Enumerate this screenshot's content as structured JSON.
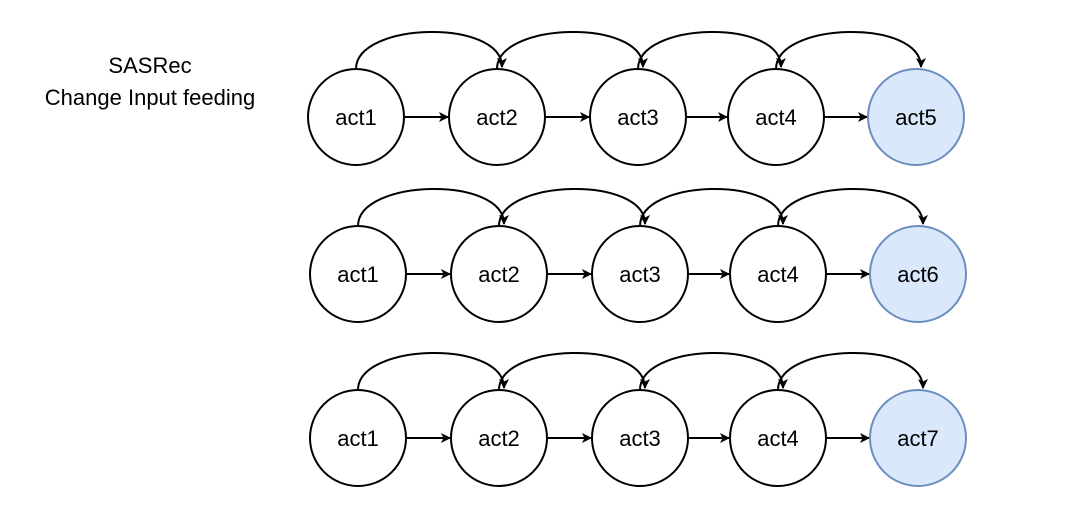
{
  "title": {
    "line1": "SASRec",
    "line2": "Change Input feeding"
  },
  "colors": {
    "node_fill": "#ffffff",
    "node_stroke": "#000000",
    "target_fill": "#dae8fc",
    "target_stroke": "#6c8ebf",
    "edge": "#000000"
  },
  "rows": [
    {
      "nodes": [
        "act1",
        "act2",
        "act3",
        "act4",
        "act5"
      ]
    },
    {
      "nodes": [
        "act1",
        "act2",
        "act3",
        "act4",
        "act6"
      ]
    },
    {
      "nodes": [
        "act1",
        "act2",
        "act3",
        "act4",
        "act7"
      ]
    }
  ]
}
